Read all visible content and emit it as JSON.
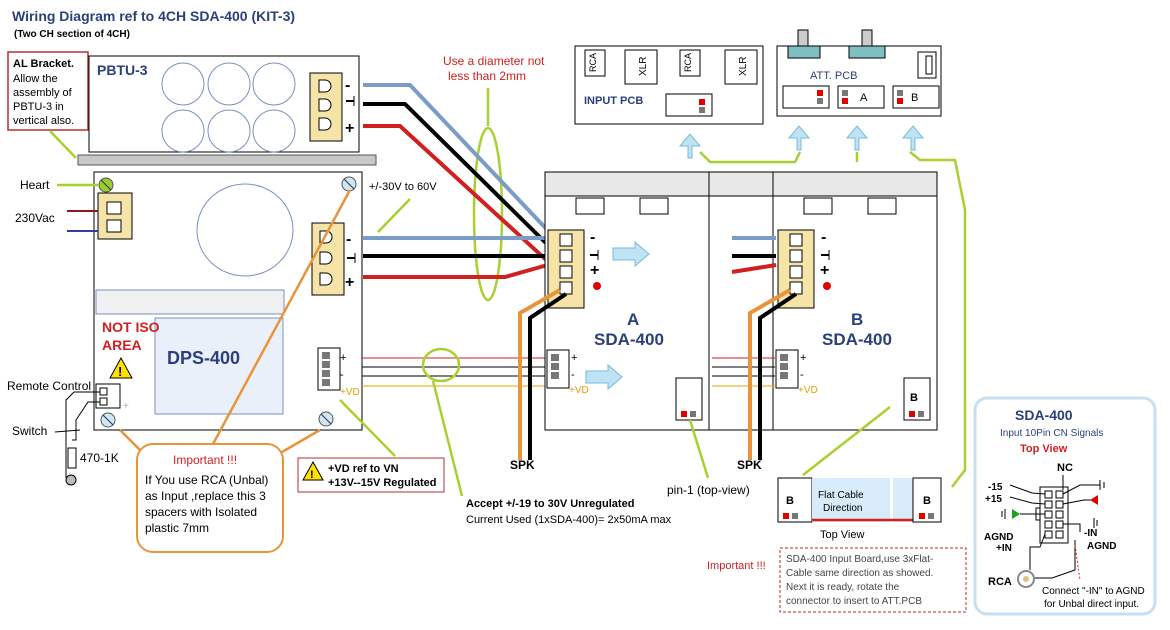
{
  "title": "Wiring Diagram ref to 4CH SDA-400 (KIT-3)",
  "subtitle": "(Two CH section of 4CH)",
  "al_bracket": {
    "title": "AL Bracket.",
    "lines": [
      "Allow the",
      "assembly of",
      "PBTU-3 in",
      "vertical also."
    ]
  },
  "pbtu": {
    "label": "PBTU-3"
  },
  "dps": {
    "label": "DPS-400",
    "not_iso_1": "NOT ISO",
    "not_iso_2": "AREA"
  },
  "labels": {
    "heart": "Heart",
    "mains": "230Vac",
    "remote": "Remote Control",
    "switch": "Switch",
    "resistor": "470-1K",
    "voltage_range": "+/-30V to 60V",
    "diameter_1": "Use a diameter not",
    "diameter_2": "less than 2mm",
    "spk_a": "SPK",
    "spk_b": "SPK",
    "pin1": "pin-1 (top-view)",
    "minus": "-",
    "plus": "+",
    "vd": "+VD"
  },
  "important1": {
    "title": "Important !!!",
    "lines": [
      "If You use RCA (Unbal)",
      "as Input ,replace this 3",
      "spacers with Isolated",
      "plastic 7mm"
    ]
  },
  "warning_vd": {
    "line1": "+VD ref to VN",
    "line2": "+13V--15V Regulated"
  },
  "accept": {
    "line1": "Accept +/-19 to 30V Unregulated",
    "line2": "Current Used (1xSDA-400)= 2x50mA max"
  },
  "amp_a": {
    "letter": "A",
    "name": "SDA-400"
  },
  "amp_b": {
    "letter": "B",
    "name": "SDA-400"
  },
  "input_pcb": {
    "label": "INPUT PCB",
    "rca": "RCA",
    "xlr": "XLR"
  },
  "att_pcb": {
    "label": "ATT. PCB",
    "a": "A",
    "b": "B"
  },
  "flat_cable": {
    "b1": "B",
    "b2": "B",
    "line1": "Flat Cable",
    "line2": "Direction",
    "top_view": "Top View"
  },
  "important2": {
    "title": "Important !!!",
    "lines": [
      "SDA-400 Input Board,use 3xFlat-",
      "Cable same direction as showed.",
      "Next it is ready, rotate the",
      "connector to insert to ATT.PCB"
    ]
  },
  "sda_panel": {
    "title": "SDA-400",
    "sub": "Input 10Pin CN Signals",
    "top_view": "Top View",
    "nc": "NC",
    "m15": "-15",
    "p15": "+15",
    "agnd_l": "AGND",
    "pin_l": "+IN",
    "min_r": "-IN",
    "agnd_r": "AGND",
    "rca": "RCA",
    "note1": "Connect \"-IN\" to AGND",
    "note2": "for Unbal direct input."
  }
}
